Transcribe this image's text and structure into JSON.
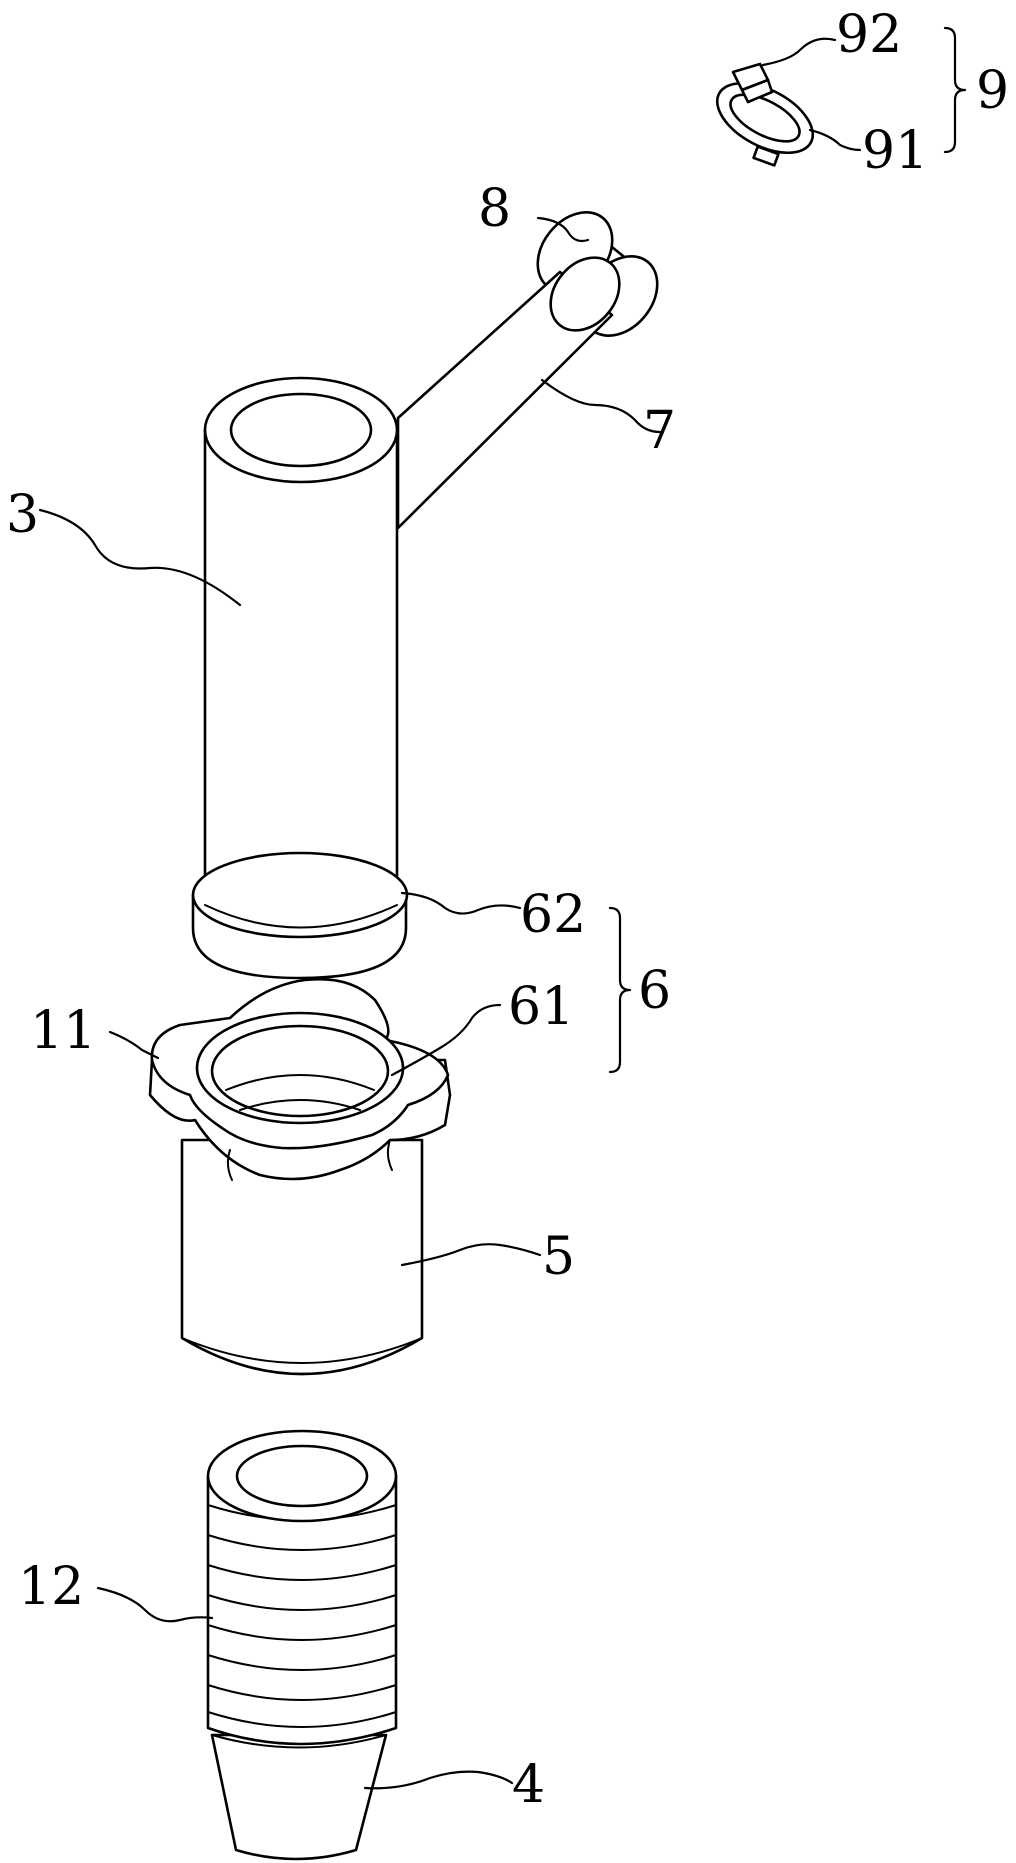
{
  "labels": {
    "l3": "3",
    "l4": "4",
    "l5": "5",
    "l6": "6",
    "l7": "7",
    "l8": "8",
    "l9": "9",
    "l11": "11",
    "l12": "12",
    "l61": "61",
    "l62": "62",
    "l91": "91",
    "l92": "92"
  }
}
